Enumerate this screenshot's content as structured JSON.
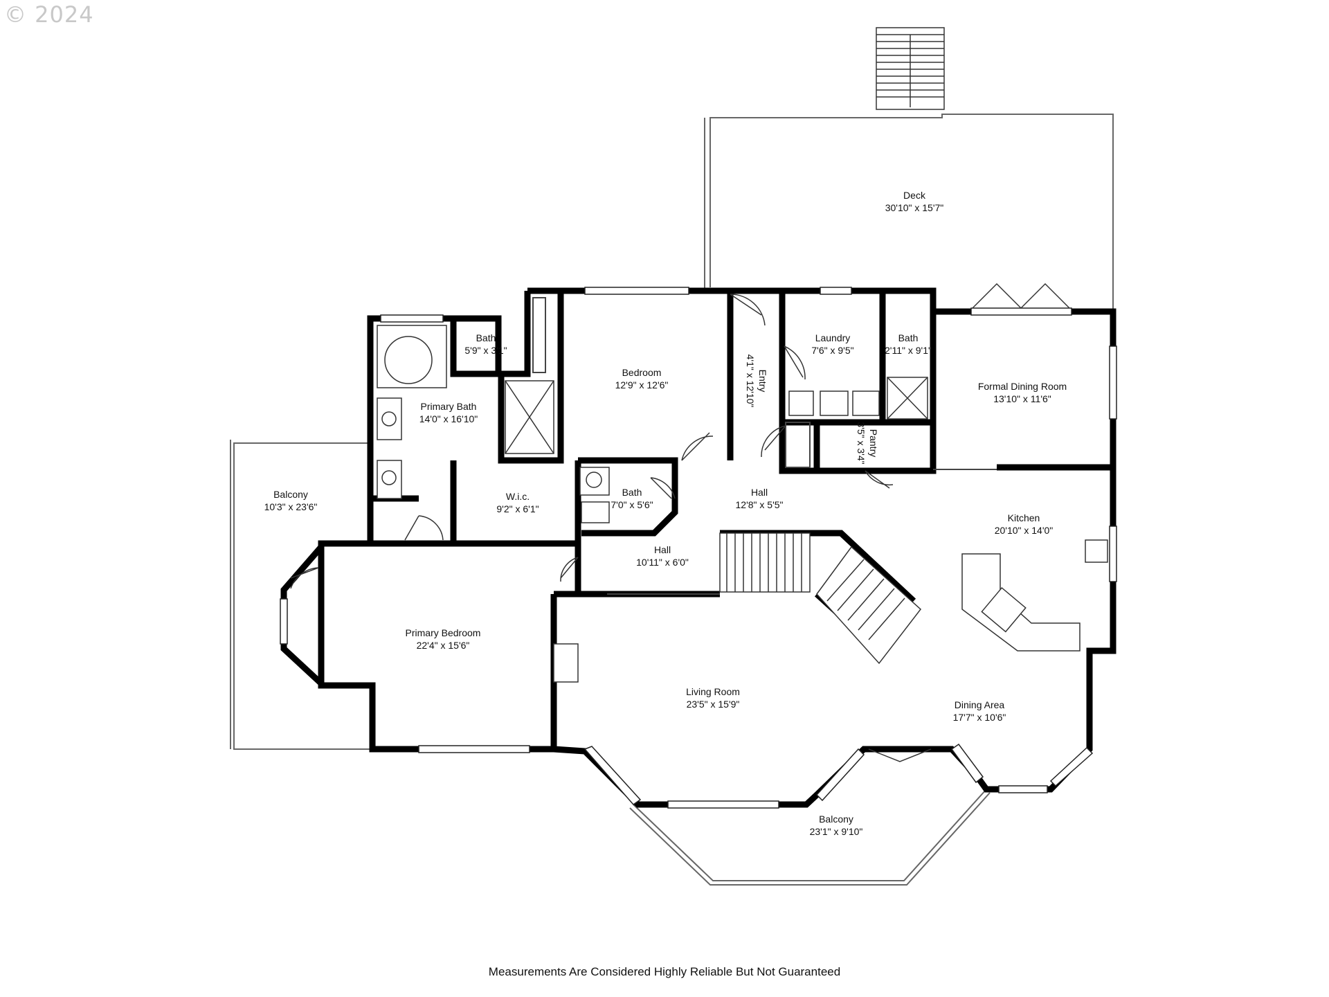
{
  "copyright": "© 2024",
  "disclaimer": "Measurements Are Considered Highly Reliable But Not Guaranteed",
  "rooms": [
    {
      "id": "deck",
      "name": "Deck",
      "dims": "30'10\" x 15'7\""
    },
    {
      "id": "bath-upper",
      "name": "Bath",
      "dims": "5'9\" x 3'1\""
    },
    {
      "id": "bedroom",
      "name": "Bedroom",
      "dims": "12'9\" x 12'6\""
    },
    {
      "id": "entry",
      "name": "Entry",
      "dims": "4'1\" x 12'10\""
    },
    {
      "id": "laundry",
      "name": "Laundry",
      "dims": "7'6\" x 9'5\""
    },
    {
      "id": "bath-laundry",
      "name": "Bath",
      "dims": "2'11\" x 9'1\""
    },
    {
      "id": "formal-dining",
      "name": "Formal Dining Room",
      "dims": "13'10\" x 11'6\""
    },
    {
      "id": "primary-bath",
      "name": "Primary Bath",
      "dims": "14'0\" x 16'10\""
    },
    {
      "id": "pantry",
      "name": "Pantry",
      "dims": "3'5\" x 3'4\""
    },
    {
      "id": "balcony-left",
      "name": "Balcony",
      "dims": "10'3\" x 23'6\""
    },
    {
      "id": "wic",
      "name": "W.i.c.",
      "dims": "9'2\" x 6'1\""
    },
    {
      "id": "bath-hall",
      "name": "Bath",
      "dims": "7'0\" x 5'6\""
    },
    {
      "id": "hall-main",
      "name": "Hall",
      "dims": "12'8\" x 5'5\""
    },
    {
      "id": "kitchen",
      "name": "Kitchen",
      "dims": "20'10\" x 14'0\""
    },
    {
      "id": "hall-lower",
      "name": "Hall",
      "dims": "10'11\" x 6'0\""
    },
    {
      "id": "primary-bedroom",
      "name": "Primary Bedroom",
      "dims": "22'4\" x 15'6\""
    },
    {
      "id": "living-room",
      "name": "Living Room",
      "dims": "23'5\" x 15'9\""
    },
    {
      "id": "dining-area",
      "name": "Dining Area",
      "dims": "17'7\" x 10'6\""
    },
    {
      "id": "balcony-bottom",
      "name": "Balcony",
      "dims": "23'1\" x 9'10\""
    }
  ]
}
